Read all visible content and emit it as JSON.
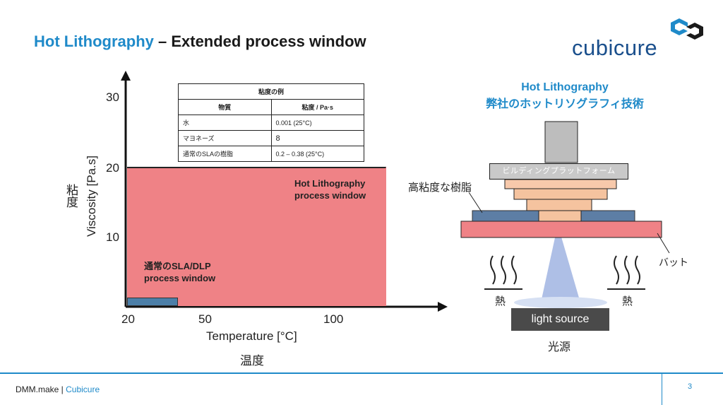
{
  "header": {
    "title_accent": "Hot Lithography",
    "title_rest": " – Extended process window",
    "logo_text": "cubicure"
  },
  "graph": {
    "y_label": "Viscosity [Pa.s]",
    "y_label_jp": "粘度",
    "x_label": "Temperature [°C]",
    "x_label_jp": "温度",
    "y_ticks": [
      "30",
      "20",
      "10"
    ],
    "x_ticks": [
      "20",
      "50",
      "100"
    ],
    "hot_window_label_line1": "Hot Lithography",
    "hot_window_label_line2": "process window",
    "sla_window_label_line1": "通常のSLA/DLP",
    "sla_window_label_line2": "process window",
    "hot_color": "#ef8286",
    "sla_color": "#4c7fa8"
  },
  "viscosity_table": {
    "title": "粘度の例",
    "col_headers": [
      "物質",
      "粘度 / Pa·s"
    ],
    "rows": [
      [
        "水",
        "0.001 (25°C)"
      ],
      [
        "マヨネーズ",
        "8"
      ],
      [
        "通常のSLAの樹脂",
        "0.2 – 0.38 (25°C)"
      ]
    ]
  },
  "diagram": {
    "title_line1": "Hot Lithography",
    "title_line2": "弊社のホットリソグラフィ技術",
    "platform_label": "ビルディングプラットフォーム",
    "resin_label": "高粘度な樹脂",
    "vat_label": "バット",
    "heat_label": "熱",
    "light_source": "light source",
    "light_source_jp": "光源"
  },
  "footer": {
    "left_prefix": "DMM.make | ",
    "left_brand": "Cubicure",
    "page_number": "3"
  }
}
